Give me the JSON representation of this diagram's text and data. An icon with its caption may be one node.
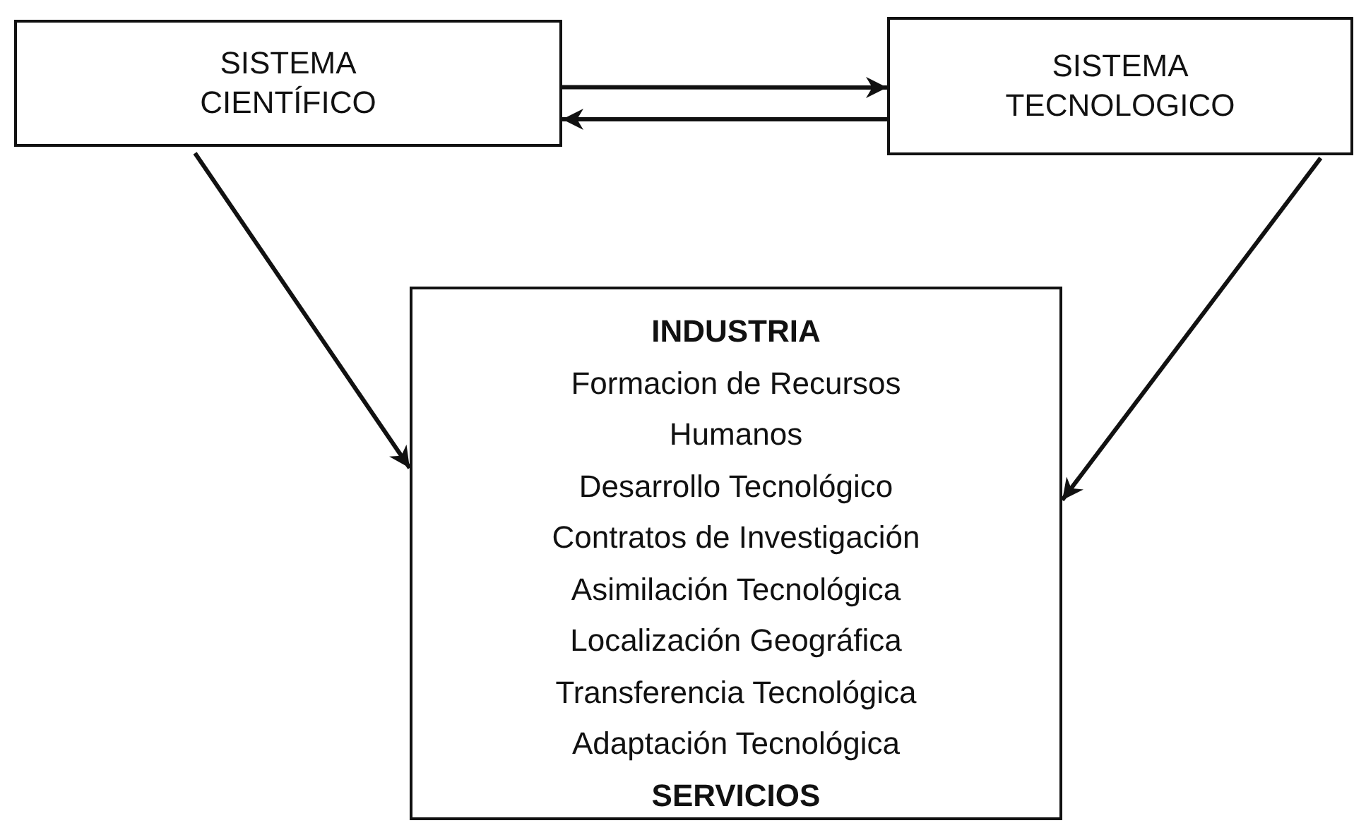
{
  "diagram": {
    "nodes": [
      {
        "text": [
          "SISTEMA CIENTÍFICO"
        ]
      },
      {
        "text": [
          "SISTEMA TECNOLOGICO"
        ]
      },
      {
        "text": [
          "INDUSTRIA",
          "Formacion de Recursos Humanos",
          "Desarrollo Tecnológico",
          "Contratos de Investigación",
          "Asimilación Tecnológica",
          "Localización Geográfica",
          "Transferencia Tecnológica",
          "Adaptación Tecnológica",
          "SERVICIOS"
        ]
      }
    ],
    "edges": [
      {
        "from": 0,
        "to": 1,
        "arrow": "to"
      },
      {
        "from": 1,
        "to": 0,
        "arrow": "to"
      },
      {
        "from": 0,
        "to": 2,
        "arrow": "to"
      },
      {
        "from": 1,
        "to": 2,
        "arrow": "to"
      }
    ]
  }
}
